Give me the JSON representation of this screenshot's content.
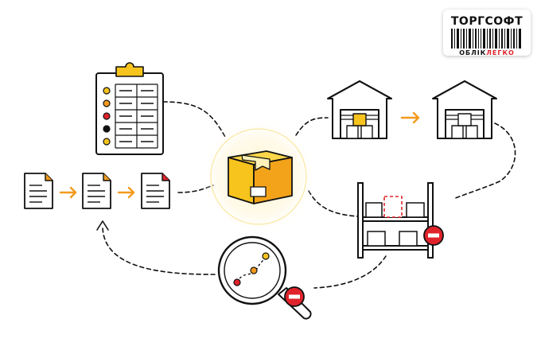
{
  "logo": {
    "title": "ТОРГСОФТ",
    "sub_left": "ОБЛІК",
    "sub_right": "ЛЕГКО"
  },
  "colors": {
    "accent_orange": "#f39a1e",
    "box_yellow": "#f7c31d",
    "box_orange": "#f3a31a",
    "stop_red": "#e0232b",
    "line": "#111111"
  },
  "icons": [
    "document-icon",
    "clipboard-checklist-icon",
    "package-box-icon",
    "warehouse-icon",
    "shelving-rack-icon",
    "magnifier-icon",
    "stop-icon"
  ]
}
